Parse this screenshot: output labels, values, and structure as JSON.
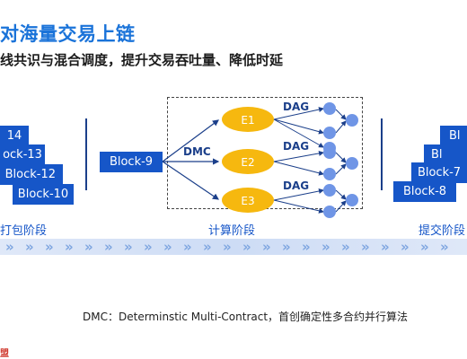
{
  "header": {
    "title": "对海量交易上链",
    "subtitle": "线共识与混合调度，提升交易吞吐量、降低时延"
  },
  "left_blocks": [
    "14",
    "ock-13",
    "Block-12",
    "Block-10"
  ],
  "center": {
    "input_block": "Block-9",
    "dmc_label": "DMC",
    "executors": [
      "E1",
      "E2",
      "E3"
    ],
    "dag_label": "DAG"
  },
  "right_blocks": [
    "Bl",
    "Bl",
    "Block-7",
    "Block-8"
  ],
  "stages": {
    "left": "打包阶段",
    "middle": "计算阶段",
    "right": "提交阶段"
  },
  "footnote": {
    "label": "DMC：",
    "text": "Determinstic Multi-Contract，首创确定性多合约并行算法"
  },
  "logo_text": "盟",
  "colors": {
    "block_blue": "#1656c8",
    "executor_yellow": "#f6b80f",
    "node_blue": "#6f95e6",
    "title_blue": "#1a73d9"
  }
}
